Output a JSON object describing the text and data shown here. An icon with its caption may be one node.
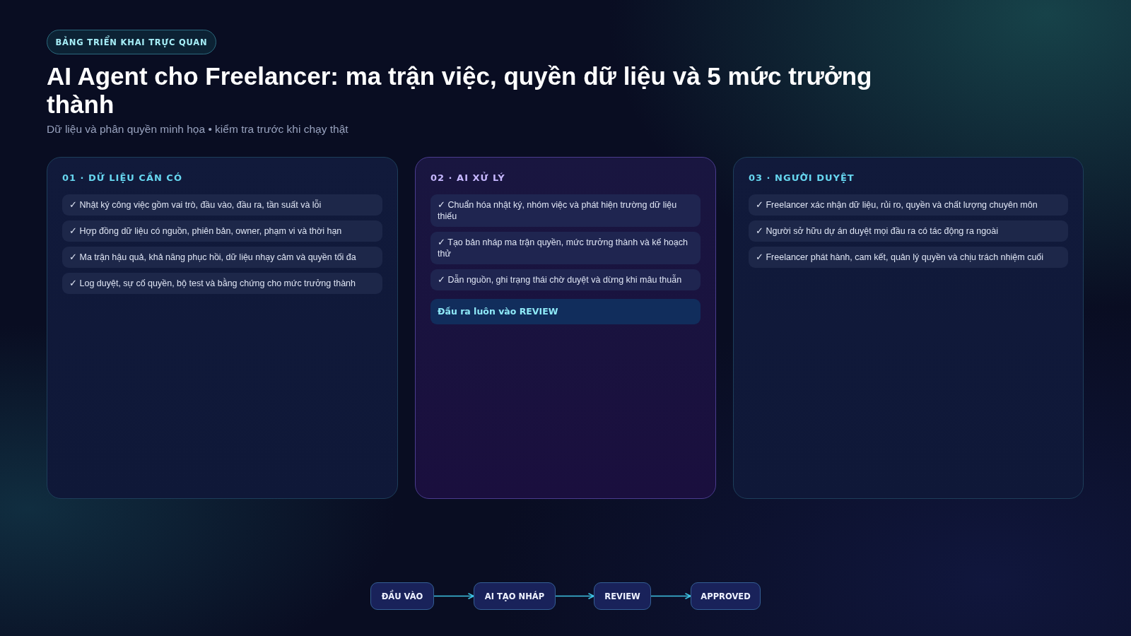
{
  "diagram": {
    "title": "AI Agent cho Freelancer: ma trận việc, quyền dữ liệu và 5 mức trưởng thành",
    "nodes": [
      {
        "text": [
          "BẢNG TRIỂN KHAI TRỰC QUAN"
        ]
      },
      {
        "text": [
          "01 · DỮ LIỆU CẦN CÓ"
        ]
      },
      {
        "text": [
          "✓ Nhật ký công việc gồm vai trò, đầu vào, đầu ra, tần suất và lỗi"
        ],
        "in": 1
      },
      {
        "text": [
          "✓ Hợp đồng dữ liệu có nguồn, phiên bản, owner, phạm vi và thời hạn"
        ],
        "in": 1
      },
      {
        "text": [
          "✓ Ma trận hậu quả, khả năng phục hồi, dữ liệu nhạy cảm và quyền tối đa"
        ],
        "in": 1
      },
      {
        "text": [
          "✓ Log duyệt, sự cố quyền, bộ test và bằng chứng cho mức trưởng thành"
        ],
        "in": 1
      },
      {
        "text": [
          "02 · AI XỬ LÝ"
        ]
      },
      {
        "text": [
          "✓ Chuẩn hóa nhật ký, nhóm việc và phát hiện trường dữ liệu thiếu"
        ],
        "in": 6
      },
      {
        "text": [
          "✓ Tạo bản nháp ma trận quyền, mức trưởng thành và kế hoạch thử"
        ],
        "in": 6
      },
      {
        "text": [
          "✓ Dẫn nguồn, ghi trạng thái chờ duyệt và dừng khi mâu thuẫn"
        ],
        "in": 6
      },
      {
        "text": [
          "Đầu ra luôn vào REVIEW"
        ],
        "in": 6
      },
      {
        "text": [
          "03 · NGƯỜI DUYỆT"
        ]
      },
      {
        "text": [
          "✓ Freelancer xác nhận dữ liệu, rủi ro, quyền và chất lượng chuyên môn"
        ],
        "in": 11
      },
      {
        "text": [
          "✓ Người sở hữu dự án duyệt mọi đầu ra có tác động ra ngoài"
        ],
        "in": 11
      },
      {
        "text": [
          "✓ Freelancer phát hành, cam kết, quản lý quyền và chịu trách nhiệm cuối"
        ],
        "in": 11
      },
      {
        "text": [
          "ĐẦU VÀO"
        ]
      },
      {
        "text": [
          "AI TẠO NHÁP"
        ]
      },
      {
        "text": [
          "REVIEW"
        ]
      },
      {
        "text": [
          "APPROVED"
        ]
      }
    ],
    "edges": [
      {
        "from": 15,
        "to": 16,
        "arrow": "to"
      },
      {
        "from": 16,
        "to": 17,
        "arrow": "to"
      },
      {
        "from": 17,
        "to": 18,
        "arrow": "to"
      }
    ],
    "labels": [
      "Dữ liệu và phân quyền minh họa • kiểm tra trước khi chạy thật"
    ]
  }
}
